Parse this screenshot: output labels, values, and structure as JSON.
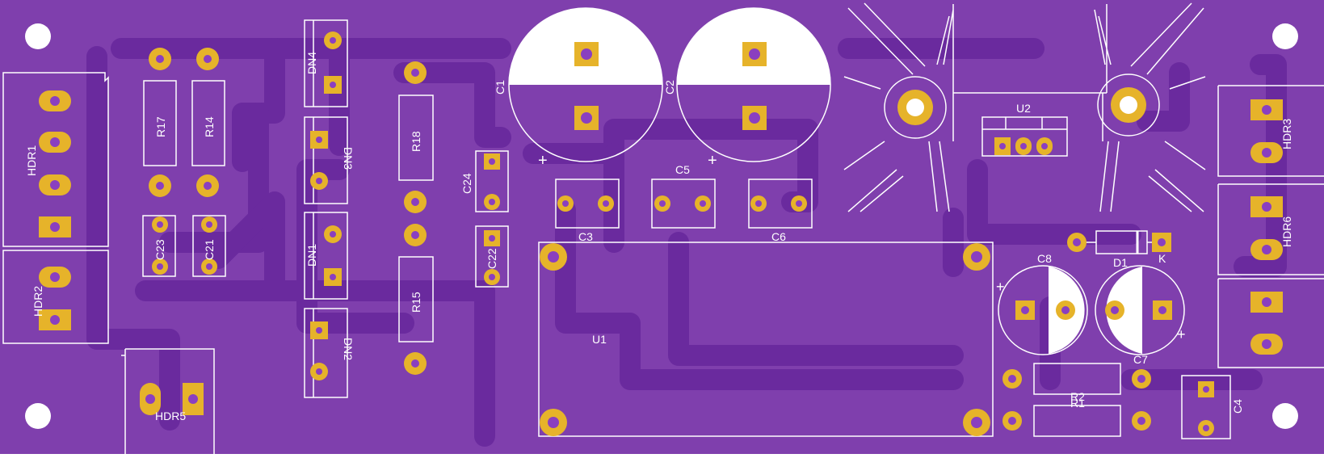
{
  "colors": {
    "board": "#7f3fad",
    "trace": "#6a2a9e",
    "pad": "#e6b32a",
    "pad_hole": "#8a3fc0",
    "silk": "#ffffff",
    "mount_hole": "#ffffff"
  },
  "labels": {
    "hdr1": "HDR1",
    "hdr2": "HDR2",
    "hdr3": "HDR3",
    "hdr5": "HDR5",
    "hdr6": "HDR6",
    "r17": "R17",
    "r14": "R14",
    "r18": "R18",
    "r15": "R15",
    "r1": "R1",
    "r2": "R2",
    "c23": "C23",
    "c21": "C21",
    "c24": "C24",
    "c22": "C22",
    "dn4": "DN4",
    "dn3": "DN3",
    "dn1": "DN1",
    "dn2": "DN2",
    "c1": "C1",
    "c2": "C2",
    "c3": "C3",
    "c5": "C5",
    "c6": "C6",
    "u2": "U2",
    "u1": "U1",
    "d1": "D1",
    "k": "K",
    "c8": "C8",
    "c7": "C7",
    "c4": "C4",
    "plus": "+"
  }
}
